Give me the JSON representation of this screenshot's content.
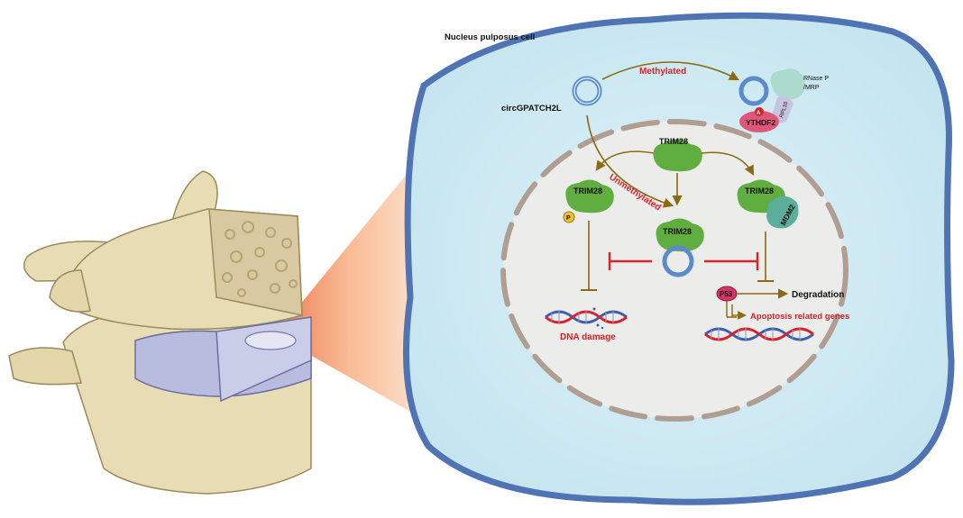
{
  "cell": {
    "title": "Nucleus pulposus cell"
  },
  "labels": {
    "circ": "circGPATCH2L",
    "methylated": "Methylated",
    "unmethylated": "Unmethylated",
    "rnase": "RNase P",
    "mrp": "/MRP",
    "rpl10": "RPL10",
    "ythdf2": "YTHDF2",
    "m6a": "A",
    "trim28_top": "TRIM28",
    "trim28_left": "TRIM28",
    "trim28_right": "TRIM28",
    "trim28_center": "TRIM28",
    "phospho": "P",
    "mdm2": "MDM2",
    "p53": "P53",
    "degradation": "Degradation",
    "apoptosis": "Apoptosis related genes",
    "dna_damage": "DNA damage"
  },
  "colors": {
    "cytoplasm": "#d3ecf4",
    "membrane": "#5077b8",
    "nucleus": "#ececea",
    "envelope": "#b09e92",
    "arrow": "#8a6a12",
    "inhibit": "#d8232a",
    "accent_text": "#d8232a",
    "trim28": "#5fae3f",
    "mdm2": "#5aae9a",
    "ythdf2": "#e0567a",
    "p53": "#d8336a",
    "circ_ring": "#5a8ccc",
    "bone": "#e8dcb4",
    "disc": "#b8bddf",
    "zoom_cone": "#f07b3a"
  },
  "icons": {
    "spine": "lumbar-vertebra-illustration",
    "protein": "protein-blob-icon",
    "dna": "dna-helix-icon"
  }
}
